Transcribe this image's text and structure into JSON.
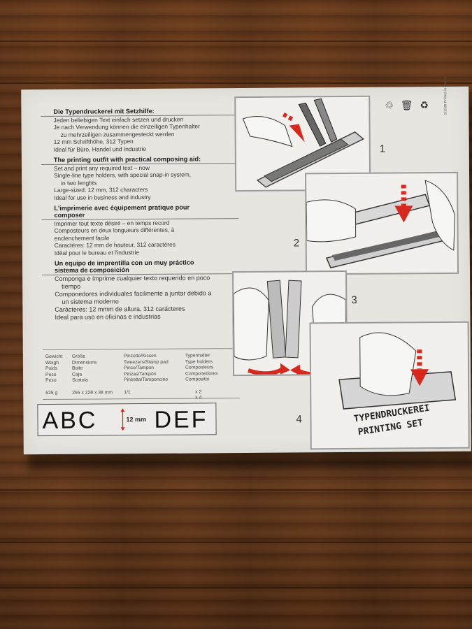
{
  "de": {
    "heading": "Die Typendruckerei mit Setzhilfe:",
    "lines": [
      "Jeden beliebigen Text einfach setzen und drucken",
      "Je nach Verwendung können die einzeiligen Typenhalter",
      "zu mehrzeiligen zusammengesteckt werden",
      "12 mm Schrifthöhe, 312 Typen",
      "Ideal für Büro, Handel und Industrie"
    ]
  },
  "en": {
    "heading": "The printing outfit with practical composing aid:",
    "lines": [
      "Set and print any required text – now",
      "Single-line type holders, with special snap-in system,",
      "in two lenghts",
      "Large-sized: 12 mm, 312 characters",
      "Ideal for use in business and industry"
    ]
  },
  "fr": {
    "heading_1": "L'imprimerie avec équipement pratique pour",
    "heading_2": "composer",
    "lines": [
      "Imprimer tout texte désiré – en temps record",
      "Composteurs en deux longueurs différentes, à",
      "enclenchement facile",
      "Caractères: 12 mm de hauteur, 312 caractères",
      "Idéal pour le bureau et l'industrie"
    ]
  },
  "es": {
    "heading_1": "Un equipo de imprentilla con un muy práctico",
    "heading_2": "sistema de composición",
    "lines": [
      "Componga e imprime cualquier texto requerido en poco",
      "tiempo",
      "Componedores individuales facilmente a juntar debido a",
      "un sistema moderno",
      "Carácteres: 12 mmm de altura, 312 carácteres",
      "Ideal para uso en oficinas e industrias"
    ]
  },
  "spec": {
    "col1": [
      "Gewicht",
      "Weigh",
      "Poids",
      "Peso",
      "Peso",
      "",
      "625 g"
    ],
    "col2": [
      "Größe",
      "Dimensions",
      "Boite",
      "Caja",
      "Scatola",
      "",
      "265 x 228 x 38 mm"
    ],
    "col3": [
      "Pinzette/Kissen",
      "Tweezers/Stamp pad",
      "Pince/Tampon",
      "Pinzas/Tampón",
      "Pinzetta/Tamponcino",
      "",
      "1/1"
    ],
    "col4": [
      "Typenhalter",
      "Type holders",
      "Composteurs",
      "Componedores",
      "Compositoi",
      "",
      "x 2",
      "x 4"
    ]
  },
  "sample": {
    "left": "ABC",
    "size": "12 mm",
    "right": "DEF"
  },
  "steps": {
    "n1": "1",
    "n2": "2",
    "n3": "3",
    "n4": "4"
  },
  "stamp_text": {
    "line1": "TYPENDRUCKEREI",
    "line2": "PRINTING SET"
  },
  "side_print": "5/1538 Printed in Austria",
  "colors": {
    "arrow": "#d8281e",
    "box": "#e7e5e0",
    "wood": "#5b3217"
  }
}
